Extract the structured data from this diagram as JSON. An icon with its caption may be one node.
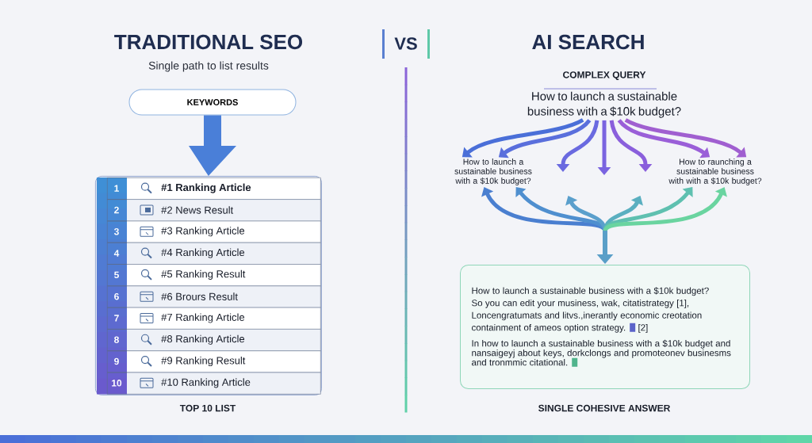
{
  "diagram": {
    "nodes": [
      {
        "text": [
          "KEYWORDS"
        ]
      },
      {
        "text": [],
        "shape": "box",
        "beside": [
          "TOP 10 LIST"
        ]
      },
      {
        "text": [
          "1",
          "#1 Ranking Article"
        ],
        "in": 1
      },
      {
        "text": [
          "2",
          "#2 News Result"
        ],
        "in": 1
      },
      {
        "text": [
          "3",
          "#3 Ranking Article"
        ],
        "in": 1
      },
      {
        "text": [
          "4",
          "#4 Ranking Article"
        ],
        "in": 1
      },
      {
        "text": [
          "5",
          "#5 Ranking Result"
        ],
        "in": 1
      },
      {
        "text": [
          "6",
          "#6 Brours Result"
        ],
        "in": 1
      },
      {
        "text": [
          "7",
          "#7 Ranking Article"
        ],
        "in": 1
      },
      {
        "text": [
          "8",
          "#8 Ranking Article"
        ],
        "in": 1
      },
      {
        "text": [
          "9",
          "#9 Ranking Result"
        ],
        "in": 1
      },
      {
        "text": [
          "10",
          "#10 Ranking Article"
        ],
        "in": 1
      },
      {
        "text": [
          "COMPLEX QUERY",
          "How to launch a sustainable business with a $10k budget?"
        ]
      },
      {
        "text": [
          "How to launch a sustainable business with a $10k budget?"
        ]
      },
      {
        "text": [
          "How to raunching a sustainable business with with a $10k budget?"
        ]
      },
      {
        "text": [
          "How to launch a sustainable business with a $10k budget? So you can edit your musiness, wak, citatistrategy [1], Loncengratumats and litvs.,inerantly economic creotation containment of ameos option strategy.",
          "[2]",
          "In how to launch a sustainable business with a $10k budget and nansaigeyj about keys, dorkclongs and promoteonev businesms and tronmmic citational."
        ],
        "beside": [
          "SINGLE COHESIVE ANSWER"
        ]
      }
    ],
    "edges": [
      {
        "from": 0,
        "to": 1,
        "arrow": "to",
        "style": "thick",
        "color": "#4a7fd8"
      },
      {
        "from": 12,
        "to": 13,
        "arrow": "to",
        "color": "#4a6fd8"
      },
      {
        "from": 12,
        "to": 13,
        "arrow": "to",
        "color": "#5a6fdc"
      },
      {
        "from": 12,
        "to": null,
        "arrow": "to",
        "color": "#6a6ae0"
      },
      {
        "from": 12,
        "to": null,
        "arrow": "to",
        "color": "#7a64e0"
      },
      {
        "from": 12,
        "to": null,
        "arrow": "to",
        "color": "#8a5fdc"
      },
      {
        "from": 12,
        "to": 14,
        "arrow": "to",
        "color": "#9a5fd8"
      },
      {
        "from": 12,
        "to": 14,
        "arrow": "to",
        "color": "#a05fd0"
      },
      {
        "from": 13,
        "to": 15,
        "arrow": "both",
        "color": "#4a7fd0"
      },
      {
        "from": 13,
        "to": 15,
        "arrow": "both",
        "color": "#4f8fcf"
      },
      {
        "from": null,
        "to": 15,
        "arrow": "both",
        "color": "#5a9fcc"
      },
      {
        "from": null,
        "to": 15,
        "arrow": "both",
        "color": "#5aafc0"
      },
      {
        "from": 14,
        "to": 15,
        "arrow": "both",
        "color": "#5fc0b0"
      },
      {
        "from": 14,
        "to": 15,
        "arrow": "both",
        "color": "#6ad4a0"
      }
    ],
    "labels": [
      "TRADITIONAL SEO",
      "Single path to list results",
      "VS",
      "AI SEARCH"
    ]
  }
}
